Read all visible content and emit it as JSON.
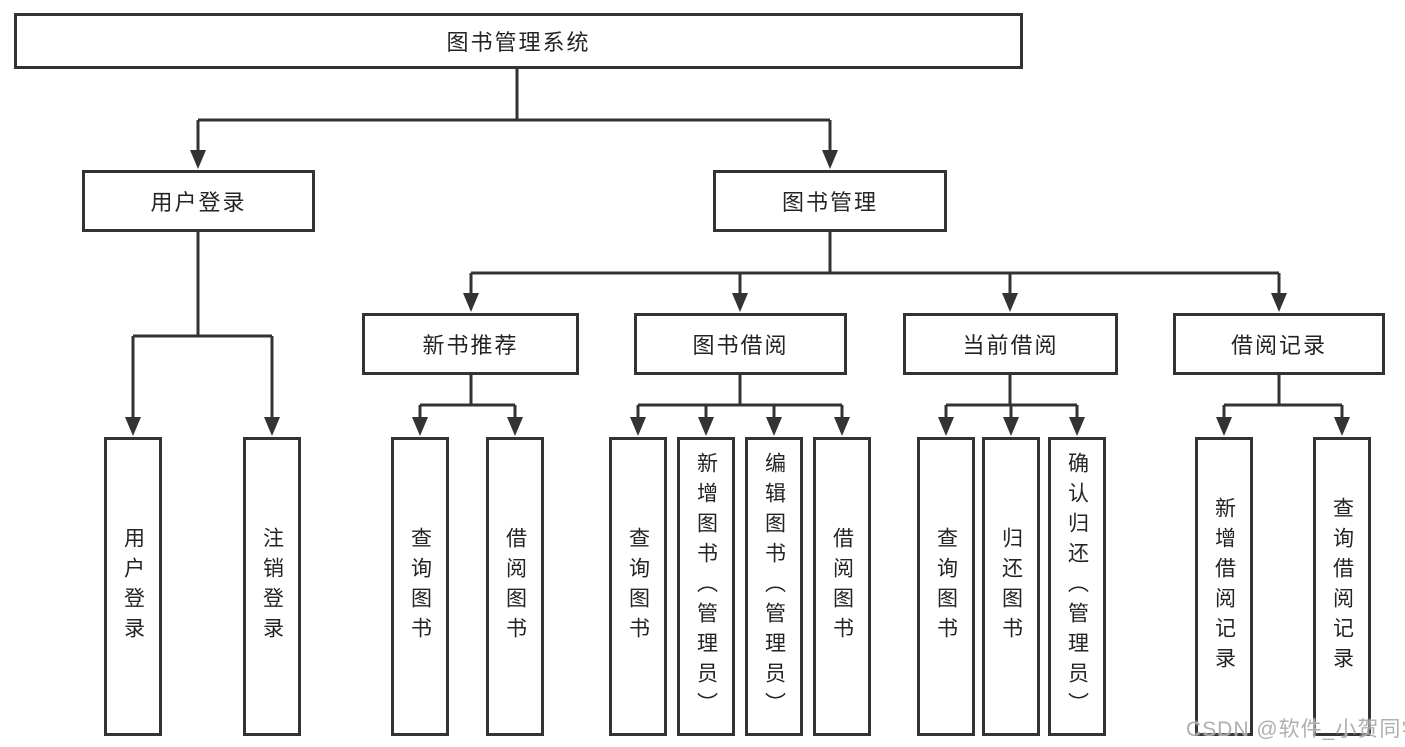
{
  "diagram": {
    "title": "图书管理系统",
    "kind": "hierarchy"
  },
  "tree": {
    "label": "图书管理系统",
    "children": [
      {
        "label": "用户登录",
        "children": [
          {
            "label": "用户登录"
          },
          {
            "label": "注销登录"
          }
        ]
      },
      {
        "label": "图书管理",
        "children": [
          {
            "label": "新书推荐",
            "children": [
              {
                "label": "查询图书"
              },
              {
                "label": "借阅图书"
              }
            ]
          },
          {
            "label": "图书借阅",
            "children": [
              {
                "label": "查询图书"
              },
              {
                "label": "新增图书（管理员）"
              },
              {
                "label": "编辑图书（管理员）"
              },
              {
                "label": "借阅图书"
              }
            ]
          },
          {
            "label": "当前借阅",
            "children": [
              {
                "label": "查询图书"
              },
              {
                "label": "归还图书"
              },
              {
                "label": "确认归还（管理员）"
              }
            ]
          },
          {
            "label": "借阅记录",
            "children": [
              {
                "label": "新增借阅记录"
              },
              {
                "label": "查询借阅记录"
              }
            ]
          }
        ]
      }
    ]
  },
  "watermark": {
    "text": "CSDN @软件_小贺同学"
  },
  "colors": {
    "line": "#333333",
    "border": "#333333",
    "text": "#242424",
    "background": "#ffffff",
    "watermark": "#a8a8a8"
  }
}
